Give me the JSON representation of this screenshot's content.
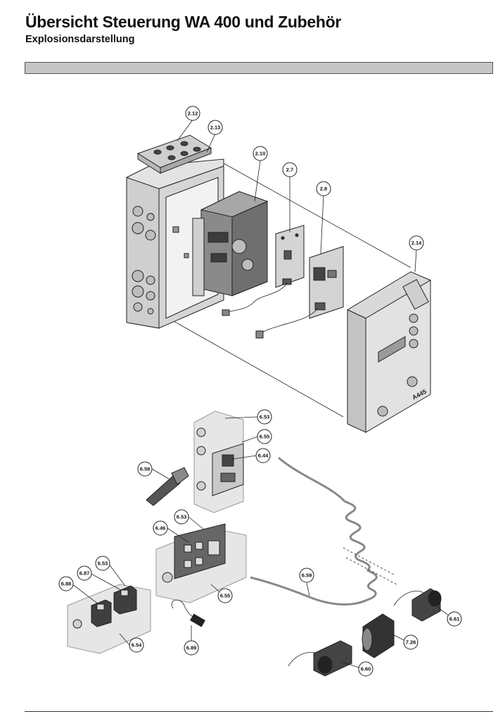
{
  "header": {
    "title": "Übersicht Steuerung WA 400 und Zubehör",
    "subtitle": "Explosionsdarstellung"
  },
  "callouts": [
    {
      "id": "c212",
      "label": "2.12"
    },
    {
      "id": "c213",
      "label": "2.13"
    },
    {
      "id": "c210",
      "label": "2.10"
    },
    {
      "id": "c27",
      "label": "2.7"
    },
    {
      "id": "c28",
      "label": "2.8"
    },
    {
      "id": "c214",
      "label": "2.14"
    },
    {
      "id": "c653a",
      "label": "6.53"
    },
    {
      "id": "c655a",
      "label": "6.55"
    },
    {
      "id": "c644",
      "label": "6.44"
    },
    {
      "id": "c658",
      "label": "6.58"
    },
    {
      "id": "c653b",
      "label": "6.53"
    },
    {
      "id": "c646",
      "label": "6.46"
    },
    {
      "id": "c653c",
      "label": "6.53"
    },
    {
      "id": "c687",
      "label": "6.87"
    },
    {
      "id": "c688",
      "label": "6.88"
    },
    {
      "id": "c659",
      "label": "6.59"
    },
    {
      "id": "c655b",
      "label": "6.55"
    },
    {
      "id": "c654",
      "label": "6.54"
    },
    {
      "id": "c689",
      "label": "6.89"
    },
    {
      "id": "c661",
      "label": "6.61"
    },
    {
      "id": "c726",
      "label": "7.26"
    },
    {
      "id": "c660",
      "label": "6.60"
    }
  ],
  "device": {
    "model_label": "A445"
  }
}
